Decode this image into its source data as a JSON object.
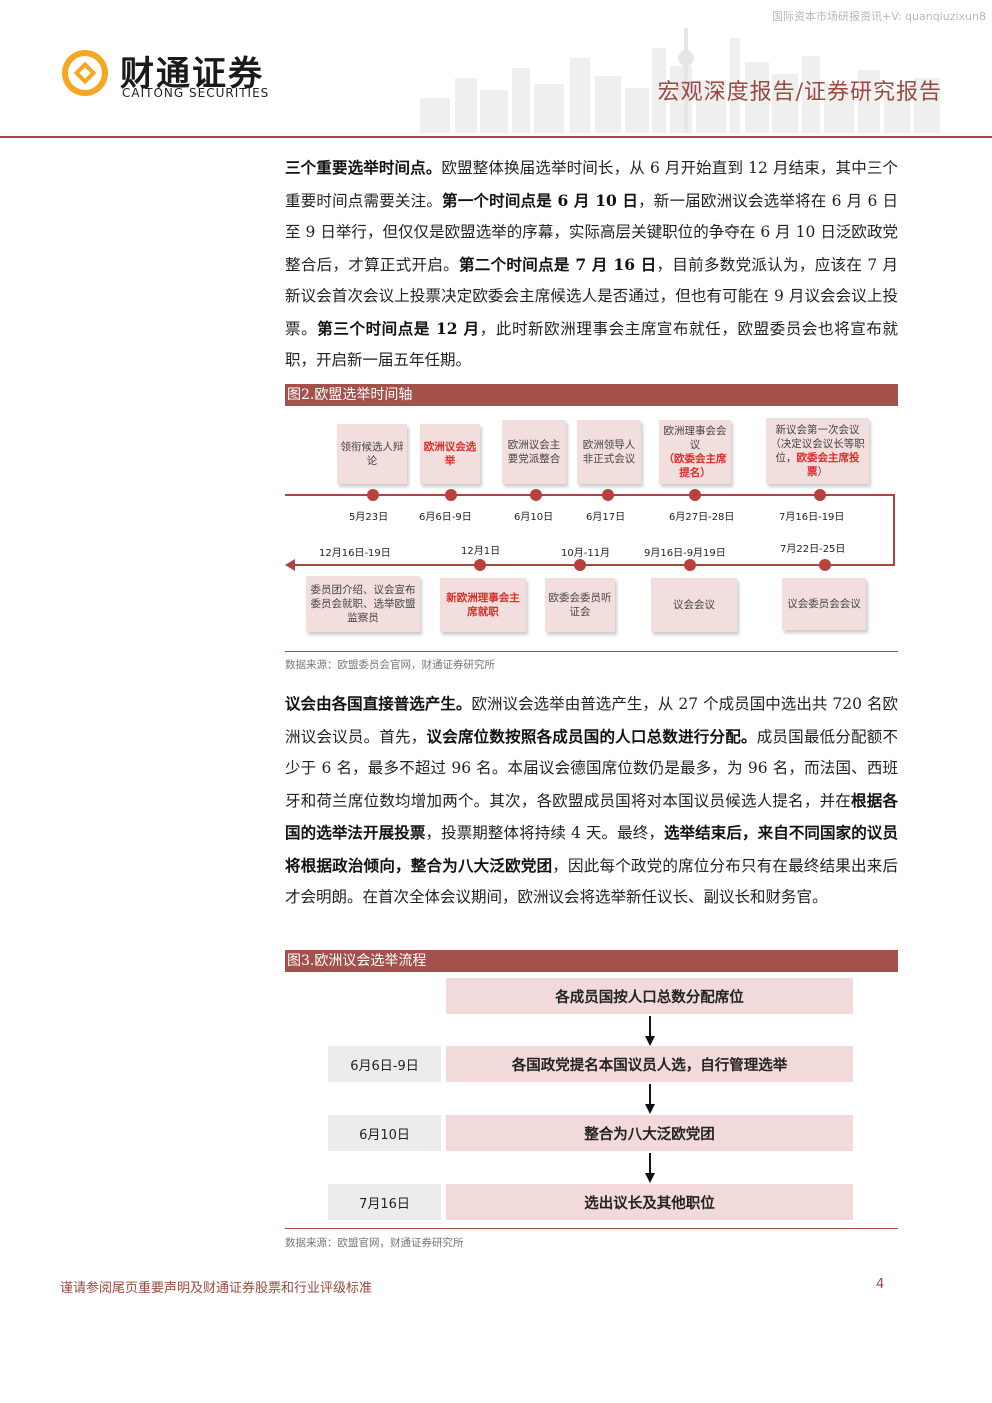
{
  "header": {
    "watermark": "国际资本市场研报资讯+V: quanqiuzixun8",
    "brand_cn": "财通证券",
    "brand_en": "CAITONG SECURITIES",
    "report_type": "宏观深度报告/证券研究报告",
    "brand_color": "#a64741"
  },
  "para1": {
    "lead": "三个重要选举时间点。",
    "t1": "欧盟整体换届选举时间长，从 6 月开始直到 12 月结束，其中三个重要时间点需要关注。",
    "b1": "第一个时间点是 6 月 10 日",
    "t2": "，新一届欧洲议会选举将在 6 月 6 日至 9 日举行，但仅仅是欧盟选举的序幕，实际高层关键职位的争夺在 6 月 10 日泛欧政党整合后，才算正式开启。",
    "b2": "第二个时间点是 7 月 16 日",
    "t3": "，目前多数党派认为，应该在 7 月新议会首次会议上投票决定欧委会主席候选人是否通过，但也有可能在 9 月议会会议上投票。",
    "b3": "第三个时间点是 12 月",
    "t4": "，此时新欧洲理事会主席宣布就任，欧盟委员会也将宣布就职，开启新一届五年任期。"
  },
  "fig2": {
    "title": "图2.欧盟选举时间轴",
    "source": "数据来源：欧盟委员会官网，财通证券研究所",
    "top_events": [
      {
        "text": "领衔候选人辩论",
        "red": "",
        "date": "5月23日"
      },
      {
        "text": "",
        "red": "欧洲议会选举",
        "date": "6月6日-9日"
      },
      {
        "text": "欧洲议会主要党派整合",
        "red": "",
        "date": "6月10日"
      },
      {
        "text": "欧洲领导人非正式会议",
        "red": "",
        "date": "6月17日"
      },
      {
        "text": "欧洲理事会会议",
        "red": "（欧委会主席提名）",
        "date": "6月27日-28日"
      },
      {
        "text": "新议会第一次会议（决定议会议长等职位，",
        "red": "欧委会主席投票",
        "tail": "）",
        "date": "7月16日-19日"
      }
    ],
    "bottom_events": [
      {
        "text": "委员团介绍、议会宣布委员会就职、选举欧盟监察员",
        "red": "",
        "date": "12月16日-19日"
      },
      {
        "text": "",
        "red": "新欧洲理事会主席就职",
        "date": "12月1日"
      },
      {
        "text": "欧委会委员听证会",
        "red": "",
        "date": "10月-11月"
      },
      {
        "text": "议会会议",
        "red": "",
        "date": "9月16日-9月19日"
      },
      {
        "text": "议会委员会会议",
        "red": "",
        "date": "7月22日-25日"
      }
    ]
  },
  "para2": {
    "lead": "议会由各国直接普选产生。",
    "t1": "欧洲议会选举由普选产生，从 27 个成员国中选出共 720 名欧洲议会议员。首先，",
    "b1": "议会席位数按照各成员国的人口总数进行分配。",
    "t2": "成员国最低分配额不少于 6 名，最多不超过 96 名。本届议会德国席位数仍是最多，为 96 名，而法国、西班牙和荷兰席位数均增加两个。其次，各欧盟成员国将对本国议员候选人提名，并在",
    "b2": "根据各国的选举法开展投票",
    "t3": "，投票期整体将持续 4 天。最终，",
    "b3": "选举结束后，来自不同国家的议员将根据政治倾向，整合为八大泛欧党团",
    "t4": "，因此每个政党的席位分布只有在最终结果出来后才会明朗。在首次全体会议期间，欧洲议会将选举新任议长、副议长和财务官。"
  },
  "fig3": {
    "title": "图3.欧洲议会选举流程",
    "source": "数据来源：欧盟官网，财通证券研究所",
    "steps": [
      {
        "date": "",
        "text": "各成员国按人口总数分配席位"
      },
      {
        "date": "6月6日-9日",
        "text": "各国政党提名本国议员人选，自行管理选举"
      },
      {
        "date": "6月10日",
        "text": "整合为八大泛欧党团"
      },
      {
        "date": "7月16日",
        "text": "选出议长及其他职位"
      }
    ]
  },
  "footer": {
    "note": "谨请参阅尾页重要声明及财通证券股票和行业评级标准",
    "page": "4"
  }
}
